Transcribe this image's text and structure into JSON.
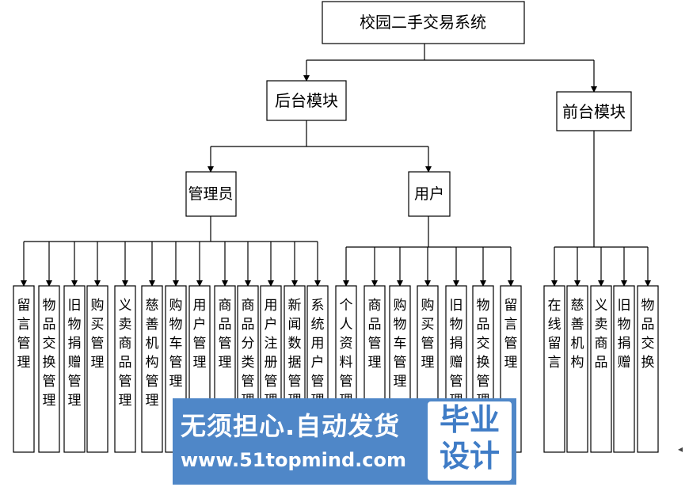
{
  "diagram": {
    "root": {
      "label": "校园二手交易系统"
    },
    "backend": {
      "label": "后台模块"
    },
    "frontend": {
      "label": "前台模块"
    },
    "admin": {
      "label": "管理员"
    },
    "user": {
      "label": "用户"
    },
    "admin_items": [
      "留言管理",
      "物品交换管理",
      "旧物捐赠管理",
      "购买管理",
      "义卖商品管理",
      "慈善机构管理",
      "购物车管理",
      "用户管理",
      "商品管理",
      "商品分类管理",
      "用户注册管理",
      "新闻数据管理",
      "系统用户管理"
    ],
    "user_items": [
      "个人资料管理",
      "商品管理",
      "购物车管理",
      "购买管理",
      "旧物捐赠管理",
      "物品交换管理",
      "留言管理"
    ],
    "front_items": [
      "在线留言",
      "慈善机构",
      "义卖商品",
      "旧物捐赠",
      "物品交换"
    ]
  },
  "watermark": {
    "title": "无须担心.自动发货",
    "url": "www.51topmind.com",
    "badge_line1": "毕业",
    "badge_line2": "设计"
  }
}
